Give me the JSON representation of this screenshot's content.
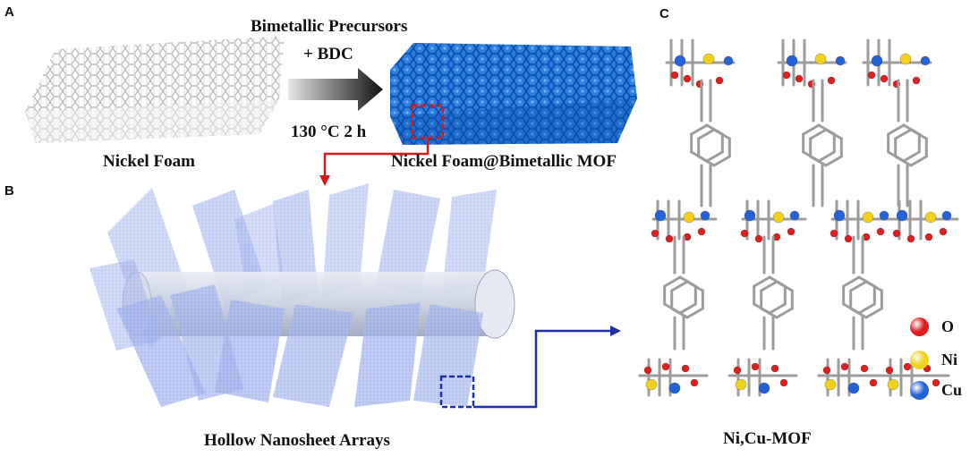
{
  "panels": {
    "a": "A",
    "b": "B",
    "c": "C"
  },
  "panel_a": {
    "reaction_line1": "Bimetallic Precursors",
    "reaction_line2": "+ BDC",
    "conditions": "130 °C  2 h",
    "left_label": "Nickel Foam",
    "right_label": "Nickel Foam@Bimetallic MOF"
  },
  "panel_b": {
    "label": "Hollow Nanosheet Arrays"
  },
  "panel_c": {
    "label": "Ni,Cu-MOF",
    "legend": [
      {
        "symbol": "O",
        "color": "#e01e1e"
      },
      {
        "symbol": "Ni",
        "color": "#f2d21b"
      },
      {
        "symbol": "Cu",
        "color": "#2462d8"
      }
    ]
  },
  "colors": {
    "mof_blue": "#1a6fd6",
    "foam_gray": "#c4c4c4",
    "nanosheet_blue": "#8aa2e8",
    "red_arrow": "#d21c1c",
    "blue_arrow": "#1a2fa8"
  }
}
